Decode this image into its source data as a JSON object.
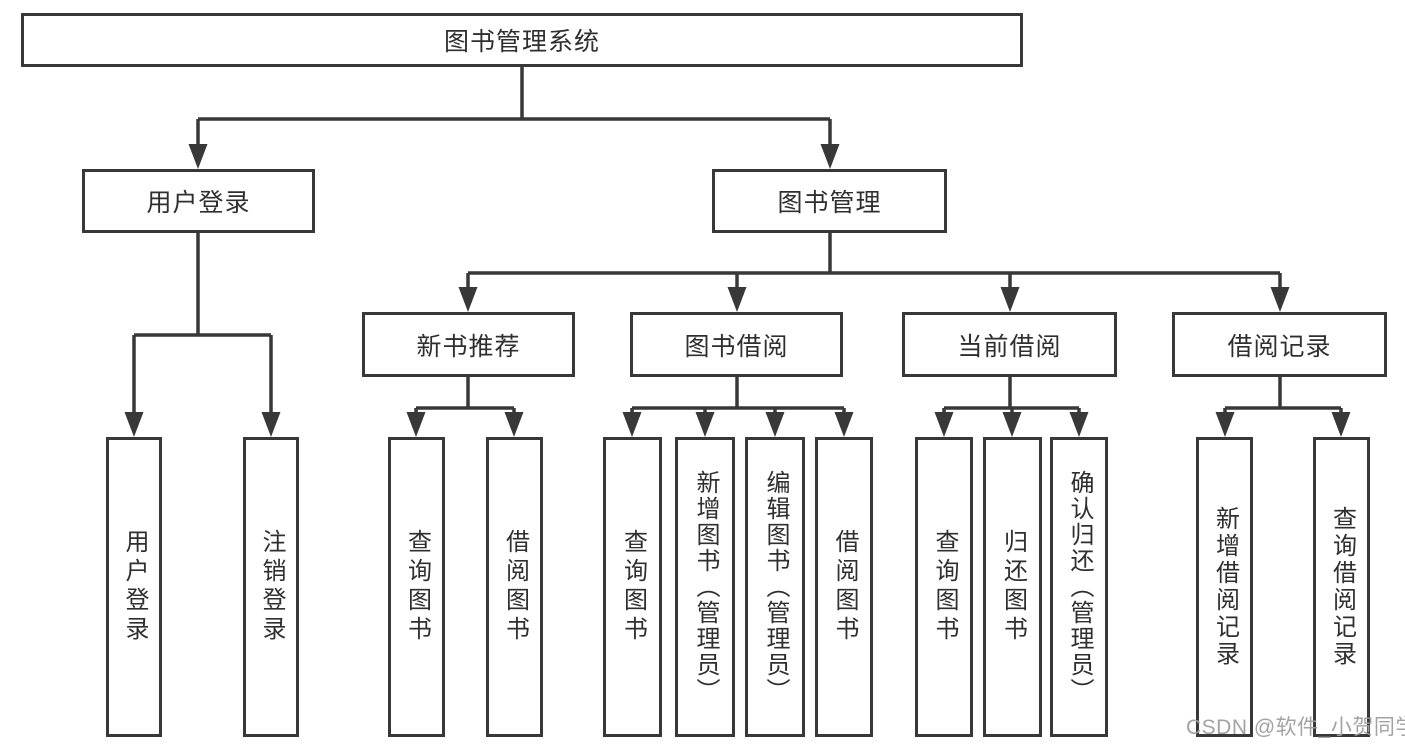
{
  "diagram_title": "图书管理系统",
  "nodes": {
    "root": "图书管理系统",
    "userLogin": "用户登录",
    "bookMgmt": "图书管理",
    "newBook": "新书推荐",
    "bookBorrow": "图书借阅",
    "currentBorrow": "当前借阅",
    "borrowRecord": "借阅记录"
  },
  "leaves": {
    "userLogin": [
      "用户登录",
      "注销登录"
    ],
    "newBook": [
      "查询图书",
      "借阅图书"
    ],
    "bookBorrow": [
      "查询图书",
      "新增图书（管理员）",
      "编辑图书（管理员）",
      "借阅图书"
    ],
    "currentBorrow": [
      "查询图书",
      "归还图书",
      "确认归还（管理员）"
    ],
    "borrowRecord": [
      "新增借阅记录",
      "查询借阅记录"
    ]
  },
  "watermark": "CSDN @软件_小贺同学",
  "colors": {
    "line": "#383838",
    "box_border": "#383838",
    "text": "#2f2f2f",
    "background": "#ffffff",
    "watermark": "#9e9e9e"
  }
}
